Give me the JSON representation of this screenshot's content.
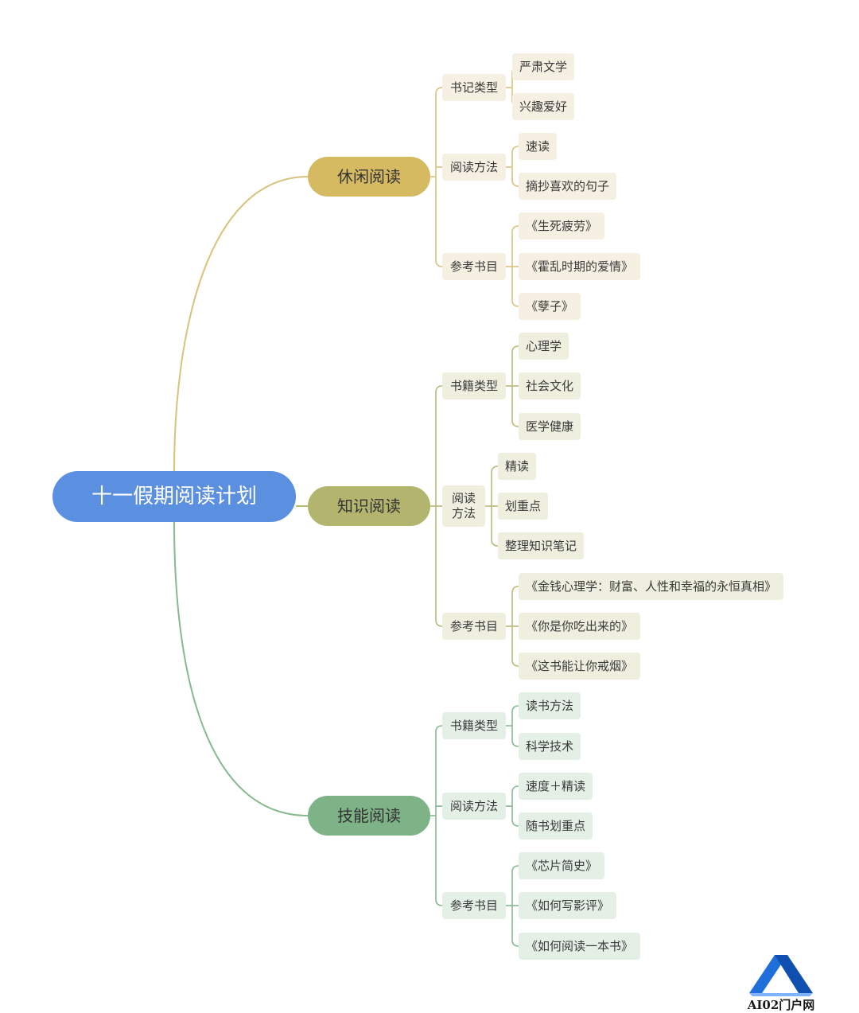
{
  "root": {
    "label": "十一假期阅读计划"
  },
  "colors": {
    "root": "#5b8fe0",
    "branch_1": "#d5ba62",
    "branch_1_line": "#d9c27a",
    "branch_1_light": "#f5f0e1",
    "branch_2": "#b3b56e",
    "branch_2_line": "#b8bb78",
    "branch_2_light": "#eeefdf",
    "branch_3": "#7eb287",
    "branch_3_line": "#86b98f",
    "branch_3_light": "#e4f0e6"
  },
  "branches": [
    {
      "label": "休闲阅读",
      "groups": [
        {
          "label": "书记类型",
          "items": [
            "严肃文学",
            "兴趣爱好"
          ]
        },
        {
          "label": "阅读方法",
          "items": [
            "速读",
            "摘抄喜欢的句子"
          ]
        },
        {
          "label": "参考书目",
          "items": [
            "《生死疲劳》",
            "《霍乱时期的爱情》",
            "《孽子》"
          ]
        }
      ]
    },
    {
      "label": "知识阅读",
      "groups": [
        {
          "label": "书籍类型",
          "items": [
            "心理学",
            "社会文化",
            "医学健康"
          ]
        },
        {
          "label": "阅读方法",
          "items": [
            "精读",
            "划重点",
            "整理知识笔记"
          ]
        },
        {
          "label": "参考书目",
          "items": [
            "《金钱心理学：财富、人性和幸福的永恒真相》",
            "《你是你吃出来的》",
            "《这书能让你戒烟》"
          ]
        }
      ]
    },
    {
      "label": "技能阅读",
      "groups": [
        {
          "label": "书籍类型",
          "items": [
            "读书方法",
            "科学技术"
          ]
        },
        {
          "label": "阅读方法",
          "items": [
            "速度＋精读",
            "随书划重点"
          ]
        },
        {
          "label": "参考书目",
          "items": [
            "《芯片简史》",
            "《如何写影评》",
            "《如何阅读一本书》"
          ]
        }
      ]
    }
  ],
  "watermark": {
    "icon": "mountain-logo-icon",
    "text": "AI02门户网"
  }
}
